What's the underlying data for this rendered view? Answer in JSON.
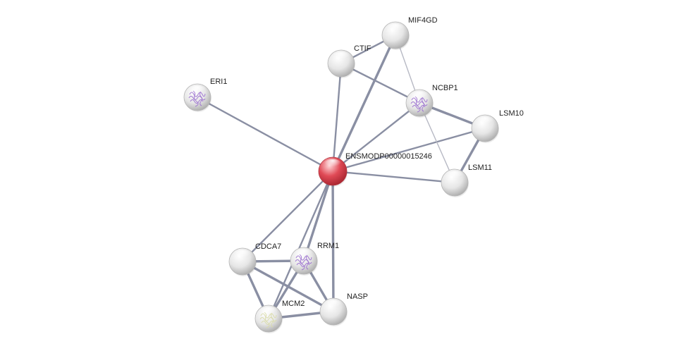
{
  "network": {
    "colors": {
      "edge": "#8a8fa3",
      "edge_light": "#b7b9c4",
      "node_default": "#e6e6e6",
      "node_query": "#e04a56",
      "structure_glyph": "#9b6fd0",
      "structure_glyph_mcm2": "#d9dba8"
    },
    "nodes": [
      {
        "id": "ENSMODP00000015246",
        "label": "ENSMODP00000015246",
        "query": true,
        "structure": false
      },
      {
        "id": "MIF4GD",
        "label": "MIF4GD",
        "query": false,
        "structure": false
      },
      {
        "id": "CTIF",
        "label": "CTIF",
        "query": false,
        "structure": false
      },
      {
        "id": "ERI1",
        "label": "ERI1",
        "query": false,
        "structure": true
      },
      {
        "id": "NCBP1",
        "label": "NCBP1",
        "query": false,
        "structure": true
      },
      {
        "id": "LSM10",
        "label": "LSM10",
        "query": false,
        "structure": false
      },
      {
        "id": "LSM11",
        "label": "LSM11",
        "query": false,
        "structure": false
      },
      {
        "id": "CDCA7",
        "label": "CDCA7",
        "query": false,
        "structure": false
      },
      {
        "id": "RRM1",
        "label": "RRM1",
        "query": false,
        "structure": true
      },
      {
        "id": "MCM2",
        "label": "MCM2",
        "query": false,
        "structure": true
      },
      {
        "id": "NASP",
        "label": "NASP",
        "query": false,
        "structure": false
      }
    ],
    "edges": [
      {
        "a": "ENSMODP00000015246",
        "b": "ERI1",
        "weight": 2
      },
      {
        "a": "ENSMODP00000015246",
        "b": "CTIF",
        "weight": 2
      },
      {
        "a": "ENSMODP00000015246",
        "b": "MIF4GD",
        "weight": 3
      },
      {
        "a": "ENSMODP00000015246",
        "b": "NCBP1",
        "weight": 2
      },
      {
        "a": "ENSMODP00000015246",
        "b": "LSM10",
        "weight": 2
      },
      {
        "a": "ENSMODP00000015246",
        "b": "LSM11",
        "weight": 2
      },
      {
        "a": "ENSMODP00000015246",
        "b": "CDCA7",
        "weight": 2
      },
      {
        "a": "ENSMODP00000015246",
        "b": "RRM1",
        "weight": 3
      },
      {
        "a": "ENSMODP00000015246",
        "b": "MCM2",
        "weight": 2
      },
      {
        "a": "ENSMODP00000015246",
        "b": "NASP",
        "weight": 3
      },
      {
        "a": "CTIF",
        "b": "MIF4GD",
        "weight": 2
      },
      {
        "a": "CTIF",
        "b": "NCBP1",
        "weight": 2
      },
      {
        "a": "MIF4GD",
        "b": "NCBP1",
        "weight": 1
      },
      {
        "a": "NCBP1",
        "b": "LSM10",
        "weight": 3
      },
      {
        "a": "NCBP1",
        "b": "LSM11",
        "weight": 1
      },
      {
        "a": "LSM10",
        "b": "LSM11",
        "weight": 3
      },
      {
        "a": "CDCA7",
        "b": "RRM1",
        "weight": 3
      },
      {
        "a": "CDCA7",
        "b": "MCM2",
        "weight": 3
      },
      {
        "a": "CDCA7",
        "b": "NASP",
        "weight": 3
      },
      {
        "a": "RRM1",
        "b": "MCM2",
        "weight": 3
      },
      {
        "a": "RRM1",
        "b": "NASP",
        "weight": 3
      },
      {
        "a": "MCM2",
        "b": "NASP",
        "weight": 3
      }
    ]
  }
}
